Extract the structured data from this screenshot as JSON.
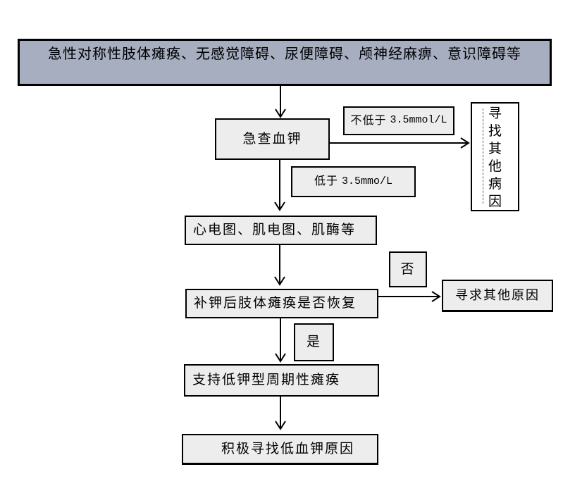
{
  "diagram": {
    "type": "flowchart",
    "nodes": {
      "symptoms": {
        "label": "急性对称性肢体瘫痪、无感觉障碍、尿便障碍、颅神经麻痹、意识障碍等"
      },
      "check_potassium": {
        "label": "急查血钾"
      },
      "branch_not_low": {
        "prefix": "不低于",
        "value": "3.5mmol/L"
      },
      "find_other_disease": {
        "label": "寻找其他病因"
      },
      "branch_low": {
        "prefix": "低于",
        "value": "3.5mmo/L"
      },
      "tests": {
        "label": "心电图、肌电图、肌酶等"
      },
      "recovery_question": {
        "label": "补钾后肢体瘫痪是否恢复"
      },
      "no": {
        "label": "否"
      },
      "seek_other_reason": {
        "label": "寻求其他原因"
      },
      "yes": {
        "label": "是"
      },
      "support_diagnosis": {
        "label": "支持低钾型周期性瘫痪"
      },
      "find_hypokalemia_cause": {
        "label": "积极寻找低血钾原因"
      }
    },
    "edges": [
      {
        "from": "symptoms",
        "to": "check_potassium"
      },
      {
        "from": "check_potassium",
        "to": "find_other_disease",
        "condition": "不低于 3.5mmol/L"
      },
      {
        "from": "check_potassium",
        "to": "tests",
        "condition": "低于 3.5mmo/L"
      },
      {
        "from": "tests",
        "to": "recovery_question"
      },
      {
        "from": "recovery_question",
        "to": "seek_other_reason",
        "condition": "否"
      },
      {
        "from": "recovery_question",
        "to": "support_diagnosis",
        "condition": "是"
      },
      {
        "from": "support_diagnosis",
        "to": "find_hypokalemia_cause"
      }
    ],
    "colors": {
      "header_fill": "#a6aec0",
      "node_fill": "#ededed",
      "line": "#000000"
    }
  }
}
